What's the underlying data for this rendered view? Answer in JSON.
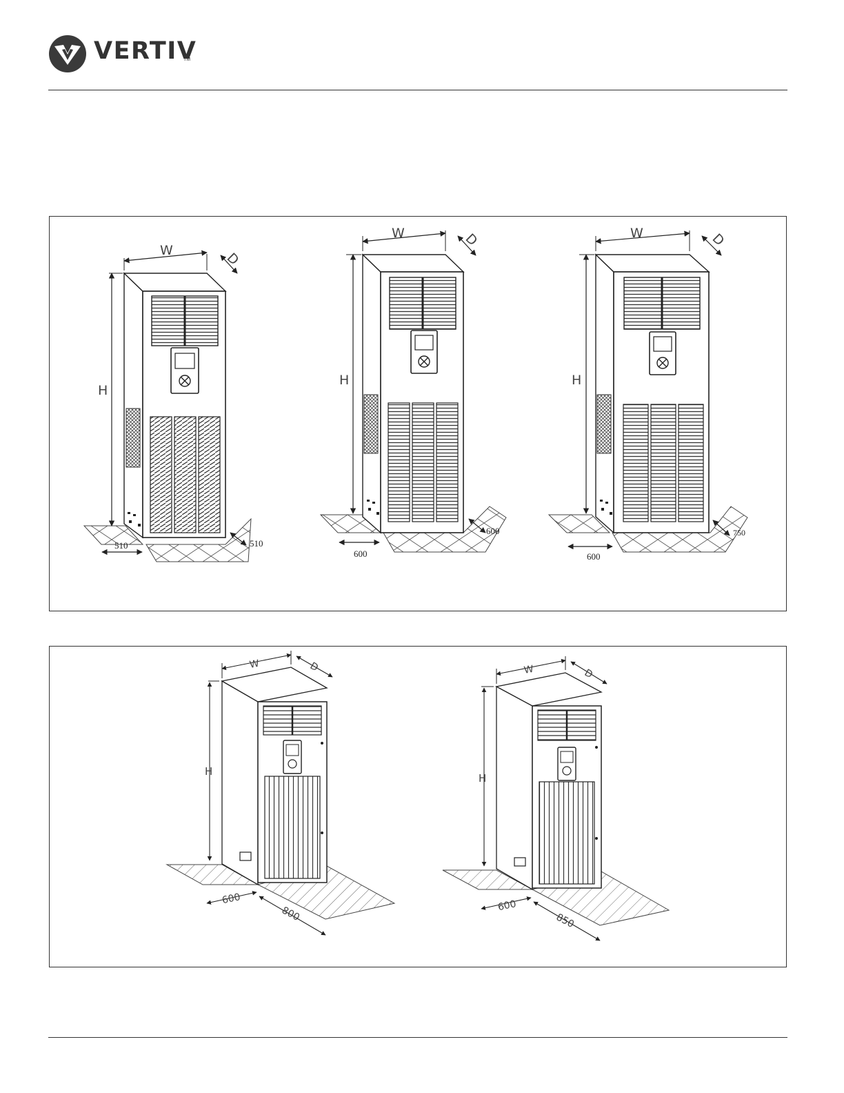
{
  "header": {
    "brand": "VERTIV",
    "trademark": "TM"
  },
  "figure_top": {
    "units": [
      {
        "w": "W",
        "d": "D",
        "h": "H",
        "side_clear": "510",
        "front_clear": "510"
      },
      {
        "w": "W",
        "d": "D",
        "h": "H",
        "side_clear": "600",
        "front_clear": "600"
      },
      {
        "w": "W",
        "d": "D",
        "h": "H",
        "side_clear": "600",
        "front_clear": "750"
      }
    ]
  },
  "figure_bottom": {
    "units": [
      {
        "w": "W",
        "d": "D",
        "h": "H",
        "side_clear": "600",
        "front_clear": "800"
      },
      {
        "w": "W",
        "d": "D",
        "h": "H",
        "side_clear": "600",
        "front_clear": "850"
      }
    ]
  },
  "icons": [
    "vertiv-logo-icon",
    "controller-fan-icon"
  ]
}
